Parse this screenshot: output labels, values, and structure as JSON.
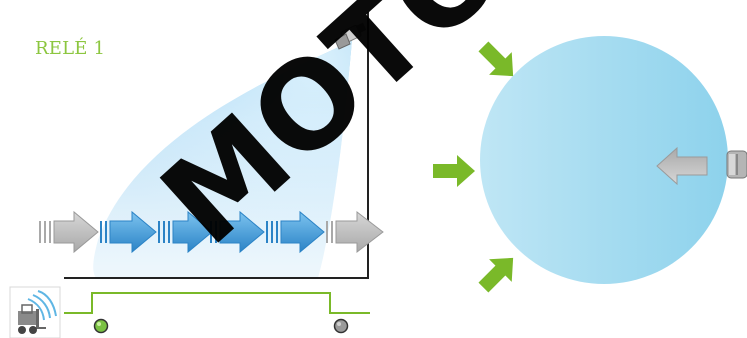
{
  "relay": {
    "label": "RELÉ 1"
  },
  "watermark": {
    "text": "MOTORED"
  },
  "indicator": {
    "left_state": "on",
    "right_state": "off"
  },
  "icons": {
    "sensor": "sensor-icon",
    "forklift": "forklift-detection-icon",
    "side_sensor": "side-sensor-icon"
  },
  "colors": {
    "label_green": "#8cc63f",
    "arrow_green": "#7ab929",
    "beam_blue": "#7cc7ea",
    "circle_blue": "#a9def0",
    "arrow_gray": "#b7b7b7",
    "arrow_blue": "#3a98d6",
    "axis": "#222222",
    "signal_green": "#7ab929",
    "led_on": "#7ac143",
    "led_off": "#9a9a9a"
  }
}
